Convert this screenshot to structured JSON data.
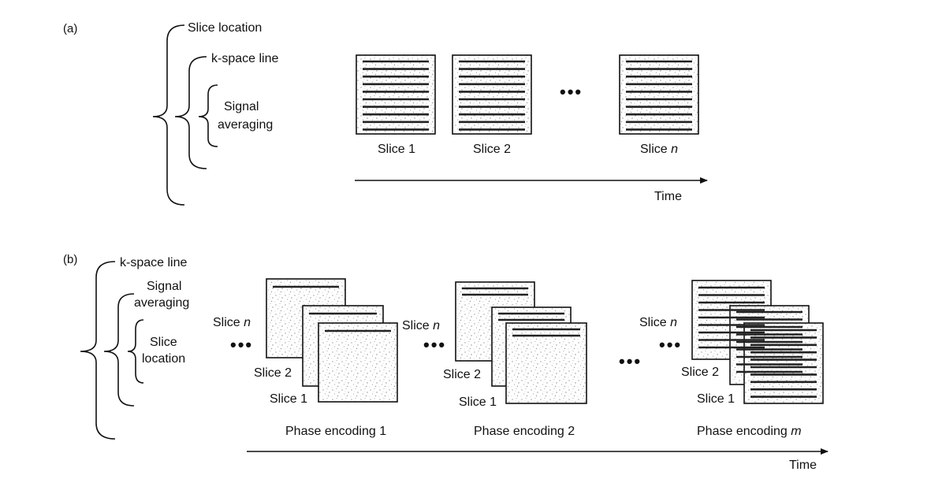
{
  "panel_a": {
    "tag": "(a)",
    "loop_labels": {
      "outer": "Slice location",
      "middle": "k-space line",
      "inner_line1": "Signal",
      "inner_line2": "averaging"
    },
    "slices": [
      "Slice 1",
      "Slice 2",
      "Slice"
    ],
    "slice_n_var": "n",
    "ellipsis": "•••",
    "time_label": "Time"
  },
  "panel_b": {
    "tag": "(b)",
    "loop_labels": {
      "outer": "k-space line",
      "middle_line1": "Signal",
      "middle_line2": "averaging",
      "inner_line1": "Slice",
      "inner_line2": "location"
    },
    "stack_labels": {
      "slice_n": "Slice",
      "slice_n_var": "n",
      "slice_2": "Slice 2",
      "slice_1": "Slice 1"
    },
    "groups": [
      {
        "title": "Phase encoding 1",
        "var": "",
        "lines": 1
      },
      {
        "title": "Phase encoding 2",
        "var": "",
        "lines": 2
      },
      {
        "title": "Phase encoding",
        "var": "m",
        "lines": 10
      }
    ],
    "ellipsis": "•••",
    "time_label": "Time"
  }
}
